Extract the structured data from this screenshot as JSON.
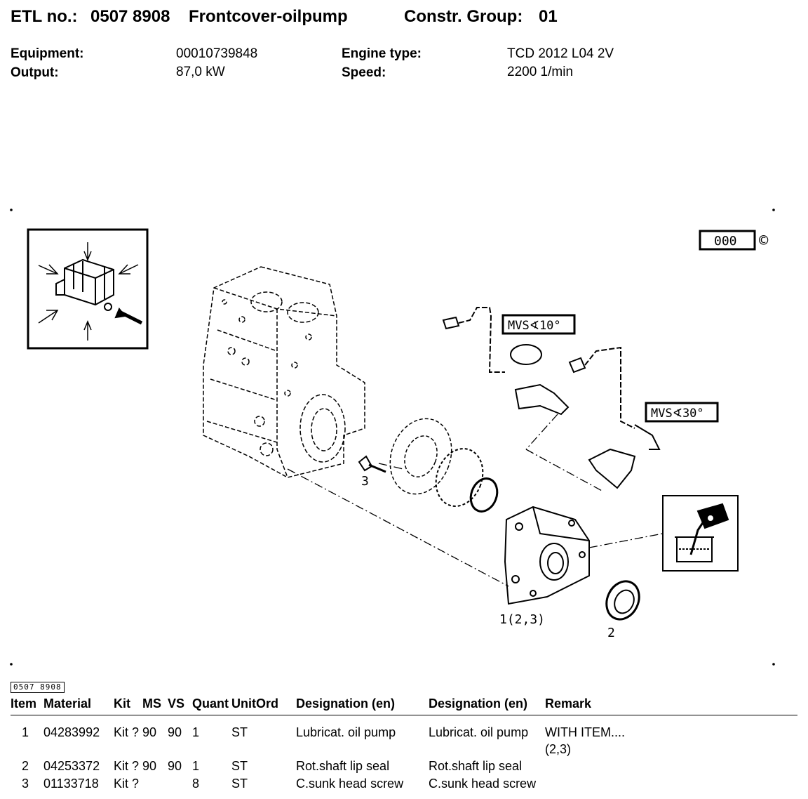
{
  "header": {
    "etl_label": "ETL no.:",
    "etl_number": "0507 8908",
    "part_name": "Frontcover-oilpump",
    "group_label": "Constr. Group:",
    "group_number": "01"
  },
  "info": {
    "equipment_label": "Equipment:",
    "equipment_value": "00010739848",
    "output_label": "Output:",
    "output_value": "87,0 kW",
    "engine_label": "Engine type:",
    "engine_value": "TCD 2012 L04 2V",
    "speed_label": "Speed:",
    "speed_value": "2200 1/min"
  },
  "drawing": {
    "box_code": "000",
    "copyright": "©",
    "mvs10": "MVS∢10°",
    "mvs30": "MVS∢30°",
    "callout_1": "1(2,3)",
    "callout_2": "2",
    "callout_3": "3"
  },
  "table": {
    "tag": "0507 8908",
    "headers": {
      "item": "Item",
      "material": "Material",
      "kit": "Kit",
      "ms": "MS",
      "vs": "VS",
      "quant": "Quant",
      "unitord": "UnitOrd",
      "desig1": "Designation (en)",
      "desig2": "Designation (en)",
      "remark": "Remark"
    },
    "rows": [
      {
        "item": "1",
        "material": "04283992",
        "kit": "Kit ?",
        "ms": "90",
        "vs": "90",
        "quant": "1",
        "unit": "ST",
        "desig1": "Lubricat. oil pump",
        "desig2": "Lubricat. oil pump",
        "remark": "WITH ITEM....",
        "remark2": "(2,3)"
      },
      {
        "item": "2",
        "material": "04253372",
        "kit": "Kit ?",
        "ms": "90",
        "vs": "90",
        "quant": "1",
        "unit": "ST",
        "desig1": "Rot.shaft lip seal",
        "desig2": "Rot.shaft lip seal",
        "remark": "",
        "remark2": ""
      },
      {
        "item": "3",
        "material": "01133718",
        "kit": "Kit ?",
        "ms": "",
        "vs": "",
        "quant": "8",
        "unit": "ST",
        "desig1": "C.sunk head screw",
        "desig2": "C.sunk head screw",
        "remark": "",
        "remark2": ""
      }
    ]
  }
}
